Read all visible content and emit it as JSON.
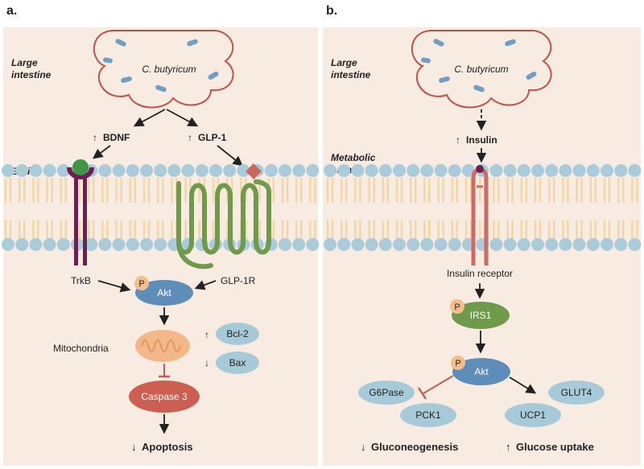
{
  "panel_a": {
    "letter": "a.",
    "large_intestine_line1": "Large",
    "large_intestine_line2": "intestine",
    "bacterium": "C. butyricum",
    "bdnf": "BDNF",
    "glp1": "GLP-1",
    "brain": "Brain",
    "trkb": "TrkB",
    "glp1r": "GLP-1R",
    "p": "P",
    "akt": "Akt",
    "mitochondria": "Mitochondria",
    "bcl2": "Bcl-2",
    "bax": "Bax",
    "caspase3": "Caspase 3",
    "apoptosis": "Apoptosis"
  },
  "panel_b": {
    "letter": "b.",
    "large_intestine_line1": "Large",
    "large_intestine_line2": "intestine",
    "bacterium": "C. butyricum",
    "insulin": "Insulin",
    "metabolic_line1": "Metabolic",
    "metabolic_line2": "organs",
    "insulin_receptor": "Insulin receptor",
    "p": "P",
    "irs1": "IRS1",
    "akt": "Akt",
    "g6pase": "G6Pase",
    "pck1": "PCK1",
    "glut4": "GLUT4",
    "ucp1": "UCP1",
    "gluconeogenesis": "Gluconeogenesis",
    "glucose_uptake": "Glucose uptake"
  },
  "symbols": {
    "up": "↑",
    "down": "↓"
  },
  "colors": {
    "panel_bg": "#f8ebe2",
    "cloud_stroke": "#c0514a",
    "bacteria": "#6f9fc5",
    "membrane_head": "#aacbda",
    "membrane_tail": "#f2d6a8",
    "trkb": "#6d1f4f",
    "bdnf_ball": "#3f9644",
    "glp1r": "#6f9a49",
    "glp1_diamond": "#c9685c",
    "akt": "#5d8db8",
    "p_circle": "#f3be8c",
    "mito": "#f2b889",
    "light_blue_oval": "#a7cad8",
    "caspase": "#cc5f52",
    "insulin_receptor": "#cd6a62",
    "irs1": "#6f9a49",
    "inhibit": "#c85a55"
  }
}
